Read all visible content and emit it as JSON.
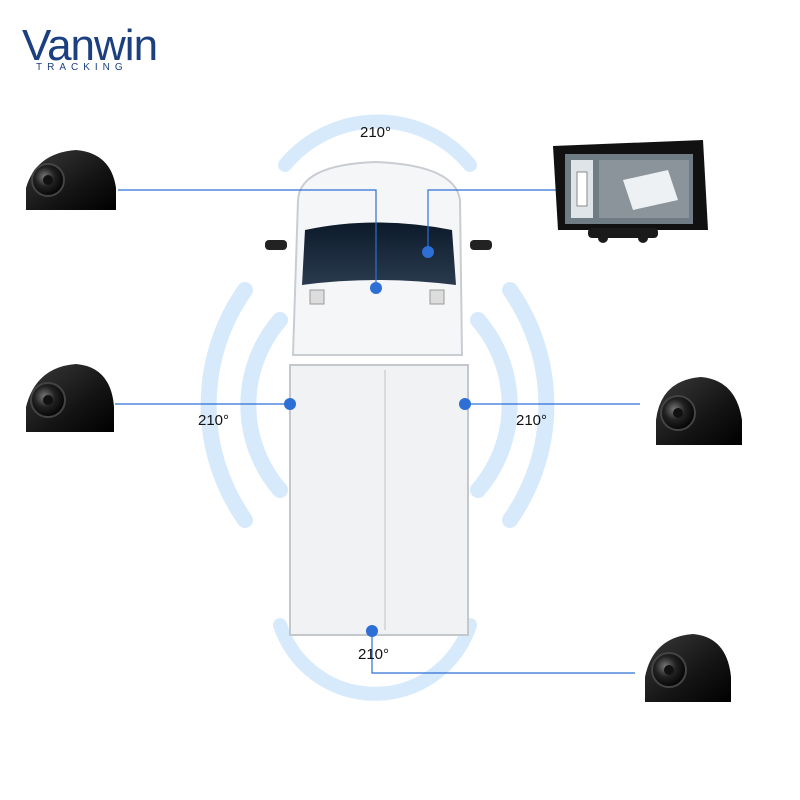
{
  "brand": {
    "name": "Vanwin",
    "tagline": "TRACKING"
  },
  "angles": {
    "front": "210°",
    "left": "210°",
    "right": "210°",
    "rear": "210°"
  },
  "colors": {
    "brand": "#1c3f80",
    "leader_line": "#2e6fd6",
    "arc": "#cfe6fb",
    "camera": "#1a1a1a",
    "van_body": "#f3f5f7"
  },
  "items": {
    "cameras": [
      "dome-camera-front",
      "dome-camera-left",
      "dome-camera-right",
      "dome-camera-rear"
    ],
    "monitor": "dvr-monitor-360-view"
  }
}
